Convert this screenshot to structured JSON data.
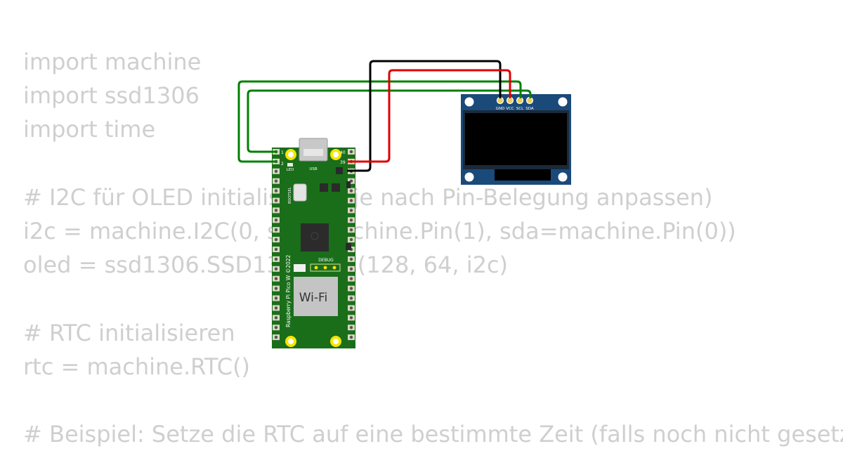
{
  "code": {
    "lines": [
      "import machine",
      "import ssd1306",
      "import time",
      "",
      "# I2C für OLED initialisieren (je nach Pin-Belegung anpassen)",
      "i2c = machine.I2C(0, scl=machine.Pin(1), sda=machine.Pin(0))",
      "oled = ssd1306.SSD1306_I2C(128, 64, i2c)",
      "",
      "# RTC initialisieren",
      "rtc = machine.RTC()",
      "",
      "# Beispiel: Setze die RTC auf eine bestimmte Zeit (falls noch nicht gesetzt)"
    ]
  },
  "pico": {
    "led_label": "LED",
    "usb_label": "USB",
    "bootsel_label": "BOOTSEL",
    "debug_label": "DEBUG",
    "wifi_label": "Wi-Fi",
    "board_name": "Raspberry Pi Pico W ©2022",
    "pin_label_1": "1",
    "pin_label_2": "2",
    "pin_label_39": "39",
    "pin_label_40": "40"
  },
  "oled": {
    "pin_labels": [
      "GND",
      "VCC",
      "SCL",
      "SDA"
    ]
  },
  "wires": {
    "colors": {
      "gnd": "#000000",
      "vcc": "#e00000",
      "scl": "#008000",
      "sda": "#008000"
    }
  },
  "colors": {
    "pcb": "#1a6e1a",
    "oled_board": "#1a4a7a",
    "code_text": "#cfcfcf"
  }
}
